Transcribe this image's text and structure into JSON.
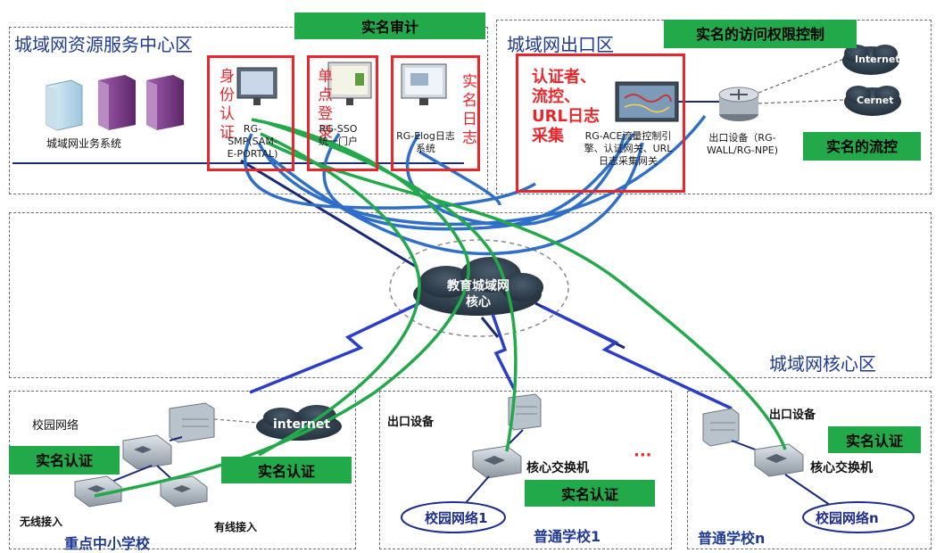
{
  "zones": {
    "resource_center": "城域网资源服务中心区",
    "exit_zone": "城域网出口区",
    "core_zone": "城域网核心区"
  },
  "tags": {
    "audit": "实名审计",
    "access_control": "实名的访问权限控制",
    "flow_control": "实名的流控",
    "auth_key_school": "实名认证",
    "auth_wired": "实名认证",
    "auth_school1": "实名认证",
    "auth_schooln": "实名认证"
  },
  "resource": {
    "biz_system": "城域网业务系统",
    "smp_red": "身份认证",
    "smp_device": "RG-SMP(SAM-E-PORTAL)",
    "sso_red": "单点登录",
    "sso_device": "RG-SSO统一门户",
    "elog_red": "实名日志",
    "elog_device": "RG-Elog日志系统"
  },
  "exit": {
    "ace_red": "认证者、流控、URL日志采集",
    "ace_device": "RG-ACE流量控制引擎、认证网关、URL日志采集网关",
    "exit_device": "出口设备（RG-WALL/RG-NPE)",
    "internet": "Internet",
    "cernet": "Cernet"
  },
  "core": {
    "cloud": "教育城域网核心"
  },
  "schools": {
    "key_school_name": "重点中小学校",
    "campus_net": "校园网络",
    "internet": "internet",
    "wireless": "无线接入",
    "wired": "有线接入",
    "school1_exit": "出口设备",
    "school1_core": "核心交换机",
    "school1_cloud": "校园网络1",
    "school1_name": "普通学校1",
    "ellipsis": "···",
    "schooln_exit": "出口设备",
    "schooln_core": "核心交换机",
    "schooln_cloud": "校园网络n",
    "schooln_name": "普通学校n"
  },
  "colors": {
    "zone_title": "#1f3a93",
    "tag_green": "#22a94a",
    "red_box": "#e8262b",
    "blue_line": "#2f6fc9",
    "green_line": "#22a94a",
    "navy_line": "#1b2a78"
  }
}
